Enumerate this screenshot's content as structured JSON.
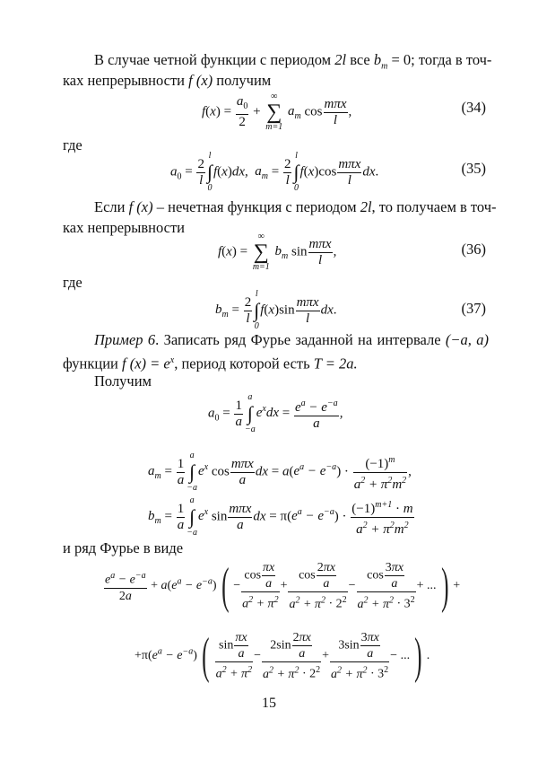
{
  "page": {
    "number": "15",
    "paragraphs": {
      "p1_line1": "В случае четной функции с периодом 2l все b_m = 0; тогда в точ-",
      "p1_line1_parts": {
        "a": "В случае четной функции с периодом ",
        "b": "2l",
        "c": " все ",
        "d": "b",
        "e": "m",
        "f": " = 0; тогда в точ-"
      },
      "p1_line2": {
        "a": "ках непрерывности ",
        "b": "f (x)",
        "c": " получим"
      },
      "gde1": "где",
      "p2_line1": {
        "a": "Если ",
        "b": "f (x)",
        "c": " – нечетная функция с периодом ",
        "d": "2l",
        "e": ", то получаем в точ-"
      },
      "p2_line2": "ках непрерывности",
      "gde2": "где",
      "example_line1": {
        "a": "Пример 6",
        "b": ". Записать ряд Фурье заданной на интервале ",
        "c": "(−a, a)"
      },
      "example_line2": {
        "a": "функции ",
        "b": "f (x) = e",
        "c": "x",
        "d": ", период которой есть ",
        "e": "T = 2a."
      },
      "poluchim": "Получим",
      "series_intro": "и ряд Фурье в виде"
    },
    "equations": [
      {
        "number": "(34)",
        "latex": "f(x) = \\frac{a_0}{2} + \\sum_{m=1}^{\\infty} a_m \\cos\\frac{m\\pi x}{l},"
      },
      {
        "number": "(35)",
        "latex": "a_0 = \\frac{2}{l}\\int_0^l f(x)dx,\\ a_m = \\frac{2}{l}\\int_0^l f(x)\\cos\\frac{m\\pi x}{l}dx."
      },
      {
        "number": "(36)",
        "latex": "f(x) = \\sum_{m=1}^{\\infty} b_m \\sin\\frac{m\\pi x}{l},"
      },
      {
        "number": "(37)",
        "latex": "b_m = \\frac{2}{l}\\int_0^l f(x)\\sin\\frac{m\\pi x}{l}dx."
      },
      {
        "number": "",
        "latex": "a_0 = \\frac{1}{a}\\int_{-a}^{a} e^x dx = \\frac{e^a - e^{-a}}{a},"
      },
      {
        "number": "",
        "latex": "a_m = \\frac{1}{a}\\int_{-a}^{a} e^x\\cos\\frac{m\\pi x}{a}dx = a(e^a - e^{-a})\\cdot\\frac{(-1)^m}{a^2+\\pi^2 m^2},"
      },
      {
        "number": "",
        "latex": "b_m = \\frac{1}{a}\\int_{-a}^{a} e^x\\sin\\frac{m\\pi x}{a}dx = \\pi(e^a - e^{-a})\\cdot\\frac{(-1)^{m+1}\\cdot m}{a^2+\\pi^2 m^2}"
      },
      {
        "number": "",
        "latex": "\\frac{e^a-e^{-a}}{2a} + a(e^a-e^{-a})\\left(-\\frac{\\cos\\frac{\\pi x}{a}}{a^2+\\pi^2} + \\frac{\\cos\\frac{2\\pi x}{a}}{a^2+\\pi^2\\cdot 2^2} - \\frac{\\cos\\frac{3\\pi x}{a}}{a^2+\\pi^2\\cdot 3^2} + ...\\right) +"
      },
      {
        "number": "",
        "latex": "+\\pi(e^a-e^{-a})\\left(\\frac{\\sin\\frac{\\pi x}{a}}{a^2+\\pi^2} - \\frac{2\\sin\\frac{2\\pi x}{a}}{a^2+\\pi^2\\cdot 2^2} + \\frac{3\\sin\\frac{3\\pi x}{a}}{a^2+\\pi^2\\cdot 3^2} - ...\\right)."
      }
    ],
    "eqnums": {
      "e34": "(34)",
      "e35": "(35)",
      "e36": "(36)",
      "e37": "(37)"
    }
  }
}
